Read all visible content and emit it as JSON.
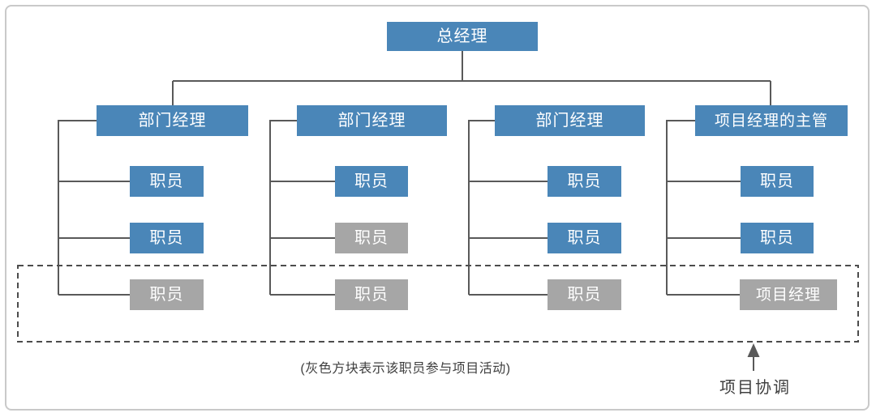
{
  "diagram": {
    "root": {
      "label": "总经理",
      "type": "blue"
    },
    "managers": [
      {
        "label": "部门经理",
        "type": "blue"
      },
      {
        "label": "部门经理",
        "type": "blue"
      },
      {
        "label": "部门经理",
        "type": "blue"
      },
      {
        "label": "项目经理的主管",
        "type": "blue"
      }
    ],
    "columns": [
      {
        "staff": [
          {
            "label": "职员",
            "type": "blue"
          },
          {
            "label": "职员",
            "type": "blue"
          },
          {
            "label": "职员",
            "type": "gray"
          }
        ]
      },
      {
        "staff": [
          {
            "label": "职员",
            "type": "blue"
          },
          {
            "label": "职员",
            "type": "gray"
          },
          {
            "label": "职员",
            "type": "gray"
          }
        ]
      },
      {
        "staff": [
          {
            "label": "职员",
            "type": "blue"
          },
          {
            "label": "职员",
            "type": "blue"
          },
          {
            "label": "职员",
            "type": "gray"
          }
        ]
      },
      {
        "staff": [
          {
            "label": "职员",
            "type": "blue"
          },
          {
            "label": "职员",
            "type": "blue"
          },
          {
            "label": "项目经理",
            "type": "gray"
          }
        ]
      }
    ],
    "caption": "(灰色方块表示该职员参与项目活动)",
    "arrow_label": "项目协调",
    "colors": {
      "node_blue": "#4a86b8",
      "node_gray": "#a6a6a6",
      "line": "#595959",
      "dashed_border": "#4c4c4c",
      "node_text": "#ffffff",
      "label_text": "#3f3f3f"
    }
  }
}
